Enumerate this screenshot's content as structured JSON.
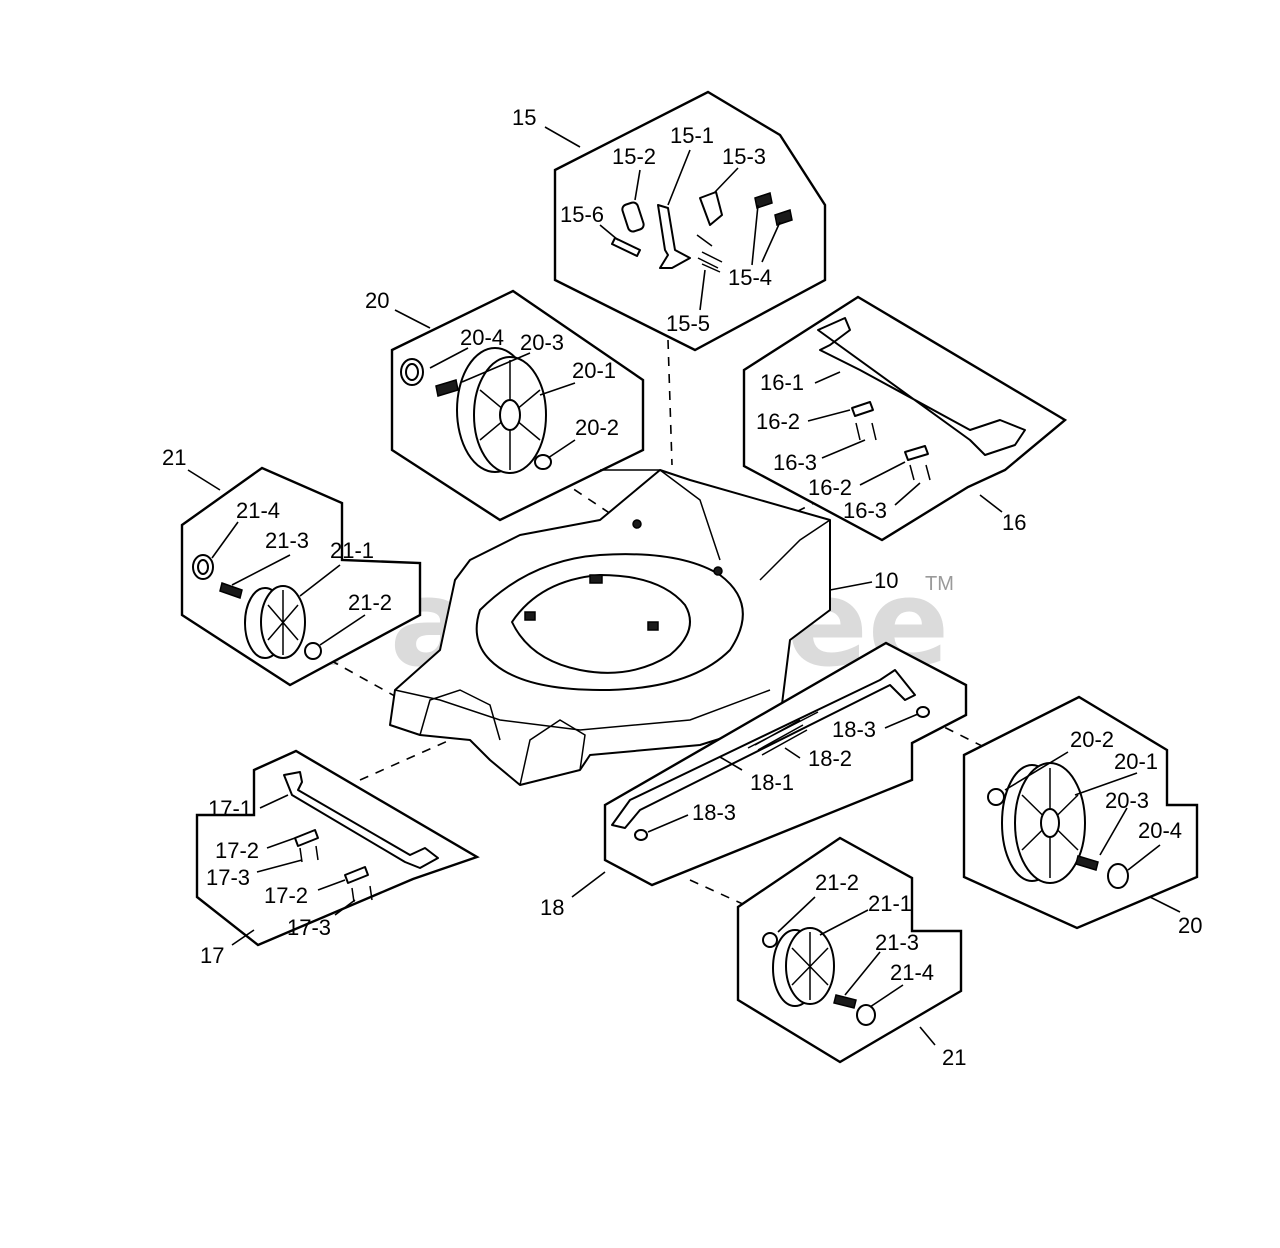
{
  "watermark": {
    "text": "PartsTree",
    "trademark": "TM"
  },
  "callouts": {
    "p10": "10",
    "p15": "15",
    "p15_1": "15-1",
    "p15_2": "15-2",
    "p15_3": "15-3",
    "p15_4": "15-4",
    "p15_5": "15-5",
    "p15_6": "15-6",
    "p16": "16",
    "p16_1": "16-1",
    "p16_2a": "16-2",
    "p16_3a": "16-3",
    "p16_2b": "16-2",
    "p16_3b": "16-3",
    "p17": "17",
    "p17_1": "17-1",
    "p17_2a": "17-2",
    "p17_3a": "17-3",
    "p17_2b": "17-2",
    "p17_3b": "17-3",
    "p18": "18",
    "p18_1": "18-1",
    "p18_2": "18-2",
    "p18_3a": "18-3",
    "p18_3b": "18-3",
    "p20_top": "20",
    "p20_1_top": "20-1",
    "p20_2_top": "20-2",
    "p20_3_top": "20-3",
    "p20_4_top": "20-4",
    "p20_right": "20",
    "p20_1_right": "20-1",
    "p20_2_right": "20-2",
    "p20_3_right": "20-3",
    "p20_4_right": "20-4",
    "p21_left": "21",
    "p21_1_left": "21-1",
    "p21_2_left": "21-2",
    "p21_3_left": "21-3",
    "p21_4_left": "21-4",
    "p21_bottom": "21",
    "p21_1_bottom": "21-1",
    "p21_2_bottom": "21-2",
    "p21_3_bottom": "21-3",
    "p21_4_bottom": "21-4"
  }
}
